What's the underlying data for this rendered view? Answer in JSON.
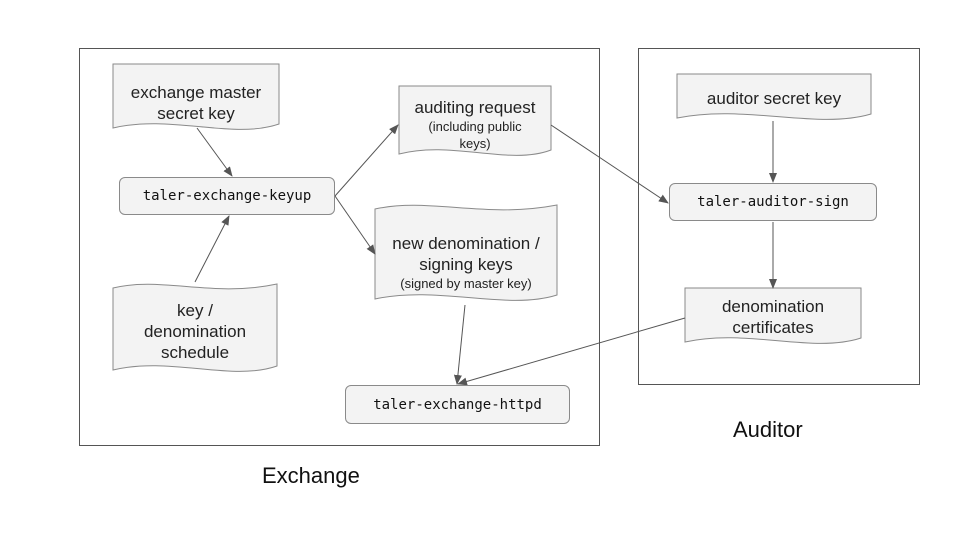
{
  "groups": {
    "exchange": "Exchange",
    "auditor": "Auditor"
  },
  "documents": {
    "exchange_master_key": {
      "line1": "exchange master",
      "line2": "secret key"
    },
    "key_schedule": {
      "line1": "key /",
      "line2": "denomination",
      "line3": "schedule"
    },
    "auditing_request": {
      "line1": "auditing request",
      "sub1": "(including public",
      "sub2": "keys)"
    },
    "new_denomination_keys": {
      "line1": "new denomination /",
      "line2": "signing keys",
      "sub1": "(signed by master key)"
    },
    "auditor_secret_key": {
      "line1": "auditor secret key"
    },
    "denomination_certificates": {
      "line1": "denomination",
      "line2": "certificates"
    }
  },
  "processes": {
    "keyup": "taler-exchange-keyup",
    "httpd": "taler-exchange-httpd",
    "auditor_sign": "taler-auditor-sign"
  },
  "colors": {
    "shape_fill": "#f3f3f3",
    "shape_stroke": "#8a8a8a",
    "arrow": "#555555",
    "frame": "#555555"
  }
}
